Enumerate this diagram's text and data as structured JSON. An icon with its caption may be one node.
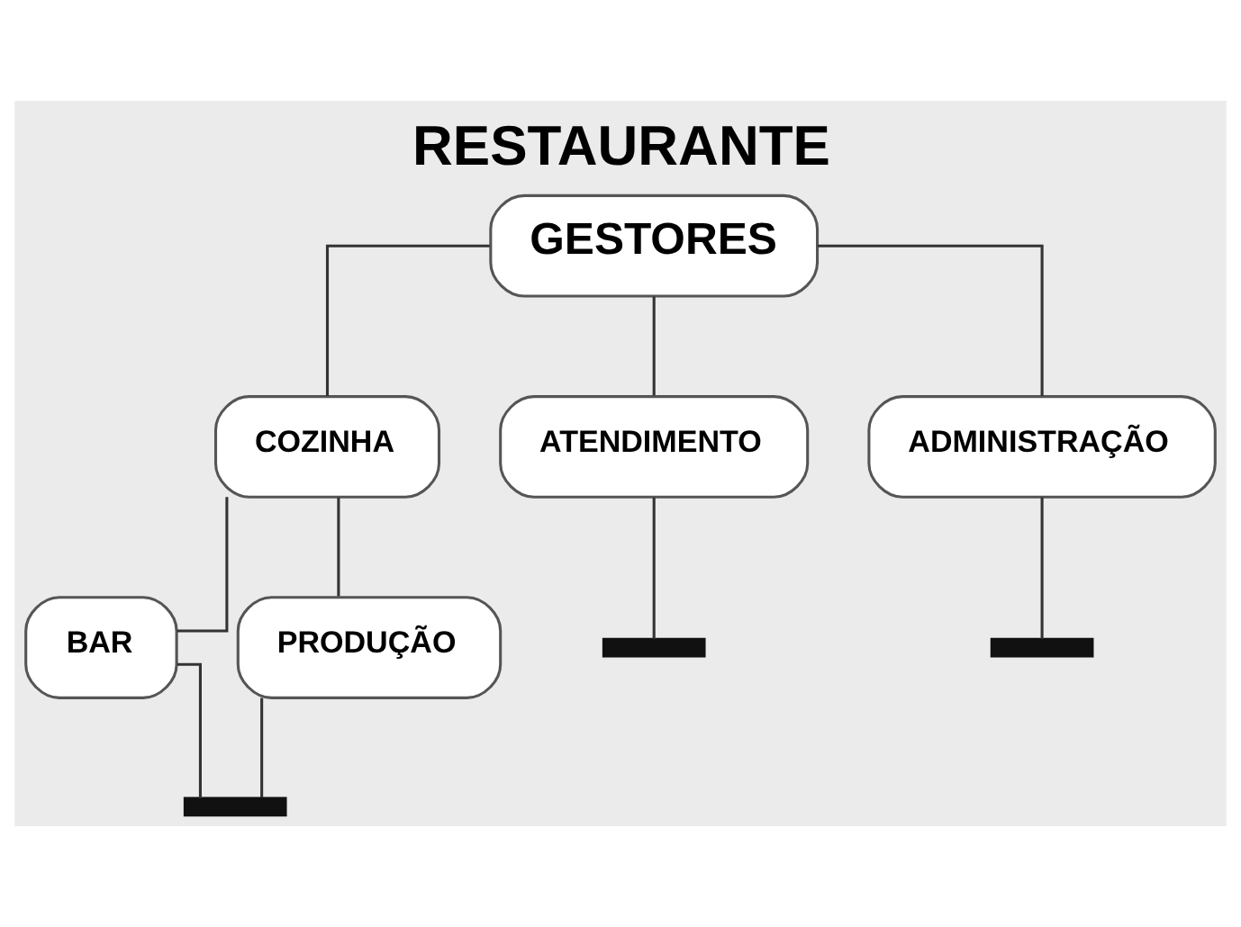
{
  "diagram": {
    "title": "RESTAURANTE",
    "nodes": [
      {
        "text": [
          "GESTORES"
        ]
      },
      {
        "text": [
          "COZINHA"
        ]
      },
      {
        "text": [
          "ATENDIMENTO"
        ]
      },
      {
        "text": [
          "ADMINISTRAÇÃO"
        ]
      },
      {
        "text": [
          "BAR"
        ]
      },
      {
        "text": [
          "PRODUÇÃO"
        ]
      },
      {
        "text": [],
        "shape": "bar"
      },
      {
        "text": [],
        "shape": "bar"
      },
      {
        "text": [],
        "shape": "bar"
      }
    ],
    "edges": [
      {
        "from": 0,
        "to": 1,
        "arrow": "none"
      },
      {
        "from": 0,
        "to": 2,
        "arrow": "none"
      },
      {
        "from": 0,
        "to": 3,
        "arrow": "none"
      },
      {
        "from": 1,
        "to": 4,
        "arrow": "none"
      },
      {
        "from": 1,
        "to": 5,
        "arrow": "none"
      },
      {
        "from": 2,
        "to": 7,
        "arrow": "none"
      },
      {
        "from": 3,
        "to": 8,
        "arrow": "none"
      },
      {
        "from": 4,
        "to": 6,
        "arrow": "none"
      },
      {
        "from": 5,
        "to": 6,
        "arrow": "none"
      }
    ]
  }
}
